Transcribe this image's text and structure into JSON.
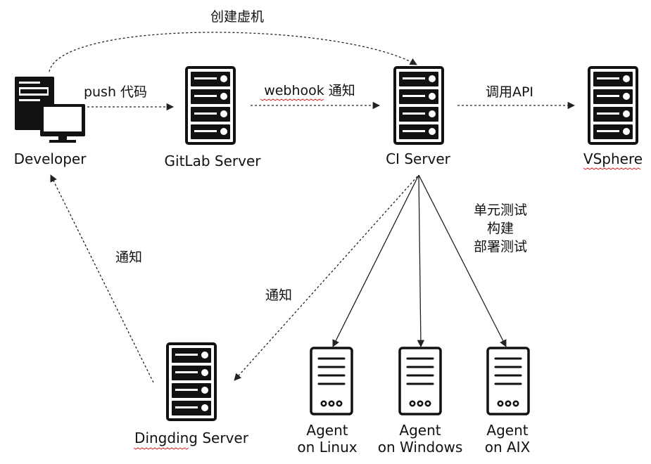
{
  "nodes": {
    "developer": "Developer",
    "gitlab": "GitLab Server",
    "ci": "CI Server",
    "vsphere": "VSphere",
    "dingding": "Dingding Server",
    "agent_linux": [
      "Agent",
      "on Linux"
    ],
    "agent_windows": [
      "Agent",
      "on Windows"
    ],
    "agent_aix": [
      "Agent",
      "on AIX"
    ]
  },
  "edges": {
    "create_vm": "创建虚机",
    "push_code": "push 代码",
    "webhook": "webhook 通知",
    "call_api": "调用API",
    "notify_developer": "通知",
    "notify_dingding": "通知",
    "agent_tasks": [
      "单元测试",
      "构建",
      "部署测试"
    ]
  }
}
